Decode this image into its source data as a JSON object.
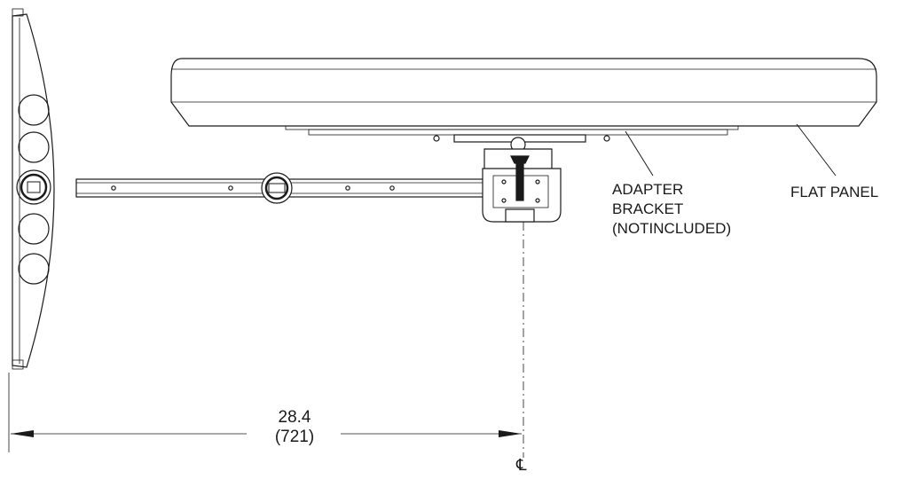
{
  "labels": {
    "adapter_bracket": [
      "ADAPTER",
      "BRACKET",
      "(NOTINCLUDED)"
    ],
    "flat_panel": "FLAT PANEL"
  },
  "dimension": {
    "inches": "28.4",
    "millimeters": "(721)"
  },
  "centerline_symbol": "℄"
}
